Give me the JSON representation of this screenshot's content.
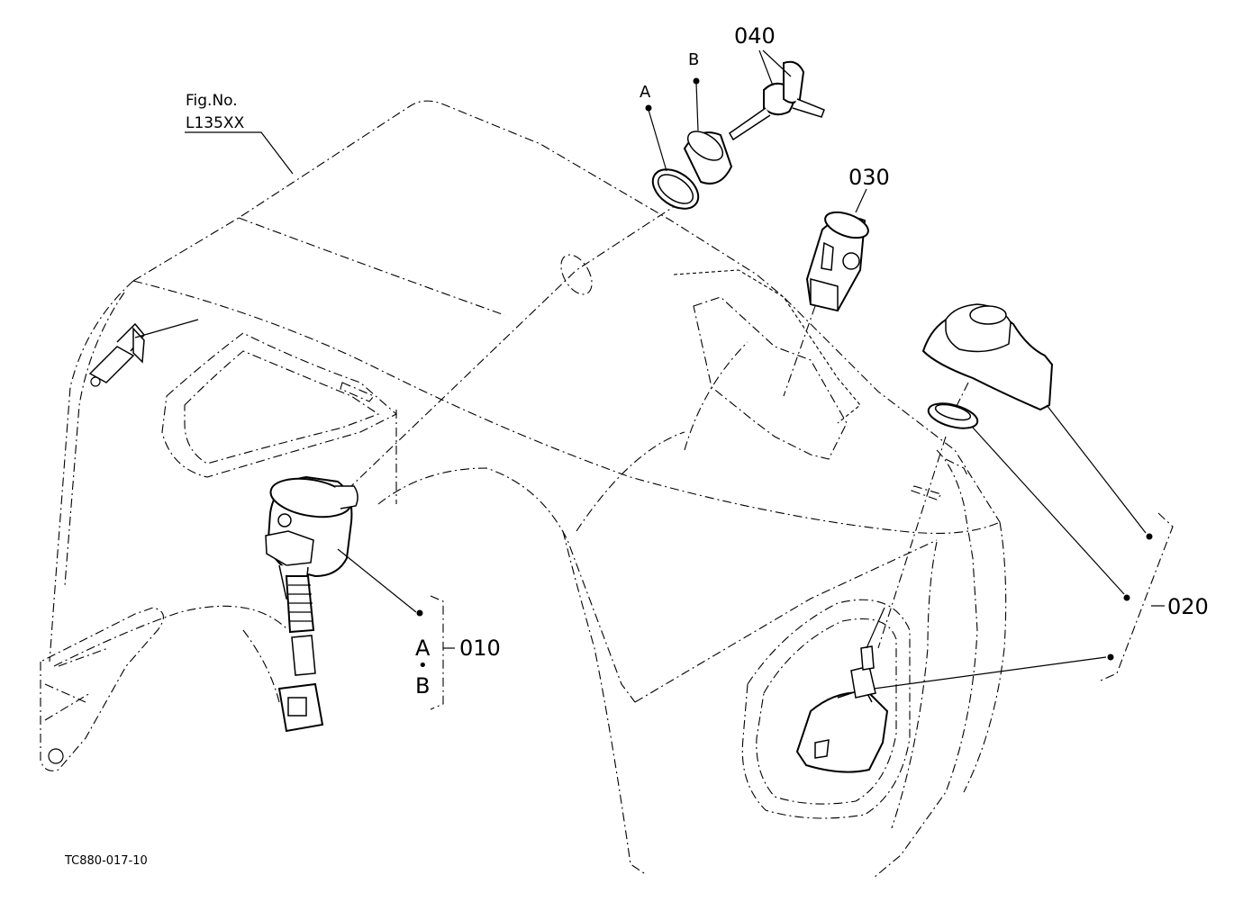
{
  "figure": {
    "fig_no_label": "Fig.No.",
    "fig_no_value": "L135XX",
    "drawing_code": "TC880-017-10"
  },
  "callouts": {
    "p010": "010",
    "p020": "020",
    "p030": "030",
    "p040": "040",
    "ref_a": "A",
    "ref_b": "B",
    "group_a": "A",
    "group_dot": "•",
    "group_b": "B"
  }
}
